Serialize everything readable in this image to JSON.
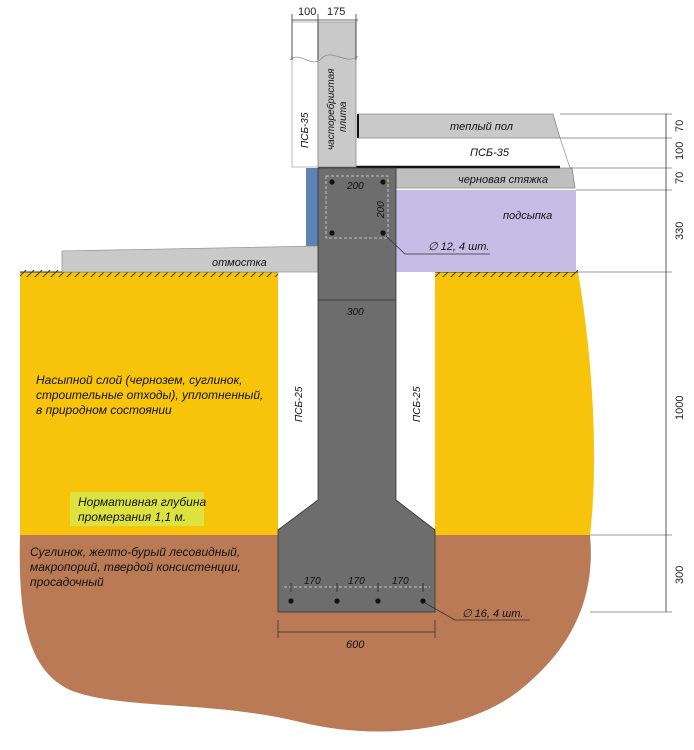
{
  "top_dims": {
    "d1": "100",
    "d2": "175"
  },
  "right_dims": [
    "70",
    "100",
    "70",
    "330",
    "1000",
    "300"
  ],
  "wall": {
    "psb35": "ПСБ-35",
    "plate": [
      "часторебристая",
      "плита"
    ]
  },
  "floor": {
    "warm": "теплый пол",
    "psb35": "ПСБ-35",
    "screed": "черновая стяжка",
    "fill": "подсыпка"
  },
  "otmostka": "отмостка",
  "beam": {
    "w": "200",
    "h": "200",
    "rebar": "∅ 12, 4 шт."
  },
  "stem_width": "300",
  "side_psb25": "ПСБ-25",
  "soil_fill": [
    "Насыпной слой (чернозем, суглинок,",
    "строительные отходы), уплотненный,",
    "в природном состоянии"
  ],
  "frost": [
    "Нормативная глубина",
    "промерзания 1,1 м."
  ],
  "soil_clay": [
    "Суглинок, желто-бурый лесовидный,",
    "макропорий, твердой консистенции,",
    "просадочный"
  ],
  "foot_spacing": [
    "170",
    "170",
    "170"
  ],
  "foot_rebar": "∅ 16, 4 шт.",
  "foot_width": "600",
  "colors": {
    "yellow": "#f8c40b",
    "brown": "#b97a55",
    "concrete": "#6d6d6d",
    "lilac": "#c6bde6",
    "blue": "#5d83b4",
    "gray": "#c9c9c9"
  }
}
